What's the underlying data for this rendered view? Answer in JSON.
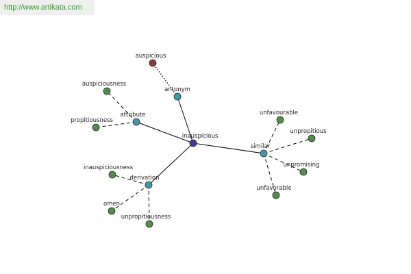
{
  "source_link": "http://www.artikata.com",
  "colors": {
    "center": "#3b3f8f",
    "relation": "#3f9aa6",
    "leaf": "#4f8f4a",
    "antonym": "#8e3b3b"
  },
  "graph": {
    "center": {
      "id": "inauspicious",
      "label": "inauspicious"
    },
    "relations": [
      {
        "id": "antonym",
        "label": "antonym"
      },
      {
        "id": "attribute",
        "label": "attribute"
      },
      {
        "id": "similar",
        "label": "similar"
      },
      {
        "id": "derivation",
        "label": "derivation"
      }
    ],
    "leaves": [
      {
        "id": "auspicious",
        "label": "auspicious",
        "relation": "antonym"
      },
      {
        "id": "auspiciousness",
        "label": "auspiciousness",
        "relation": "attribute"
      },
      {
        "id": "propitiousness",
        "label": "propitiousness",
        "relation": "attribute"
      },
      {
        "id": "unfavourable",
        "label": "unfavourable",
        "relation": "similar"
      },
      {
        "id": "unpropitious",
        "label": "unpropitious",
        "relation": "similar"
      },
      {
        "id": "unpromising",
        "label": "unpromising",
        "relation": "similar"
      },
      {
        "id": "unfavorable",
        "label": "unfavorable",
        "relation": "similar"
      },
      {
        "id": "inauspiciousness",
        "label": "inauspiciousness",
        "relation": "derivation"
      },
      {
        "id": "omen",
        "label": "omen",
        "relation": "derivation"
      },
      {
        "id": "unpropitiousness",
        "label": "unpropitiousness",
        "relation": "derivation"
      }
    ]
  }
}
